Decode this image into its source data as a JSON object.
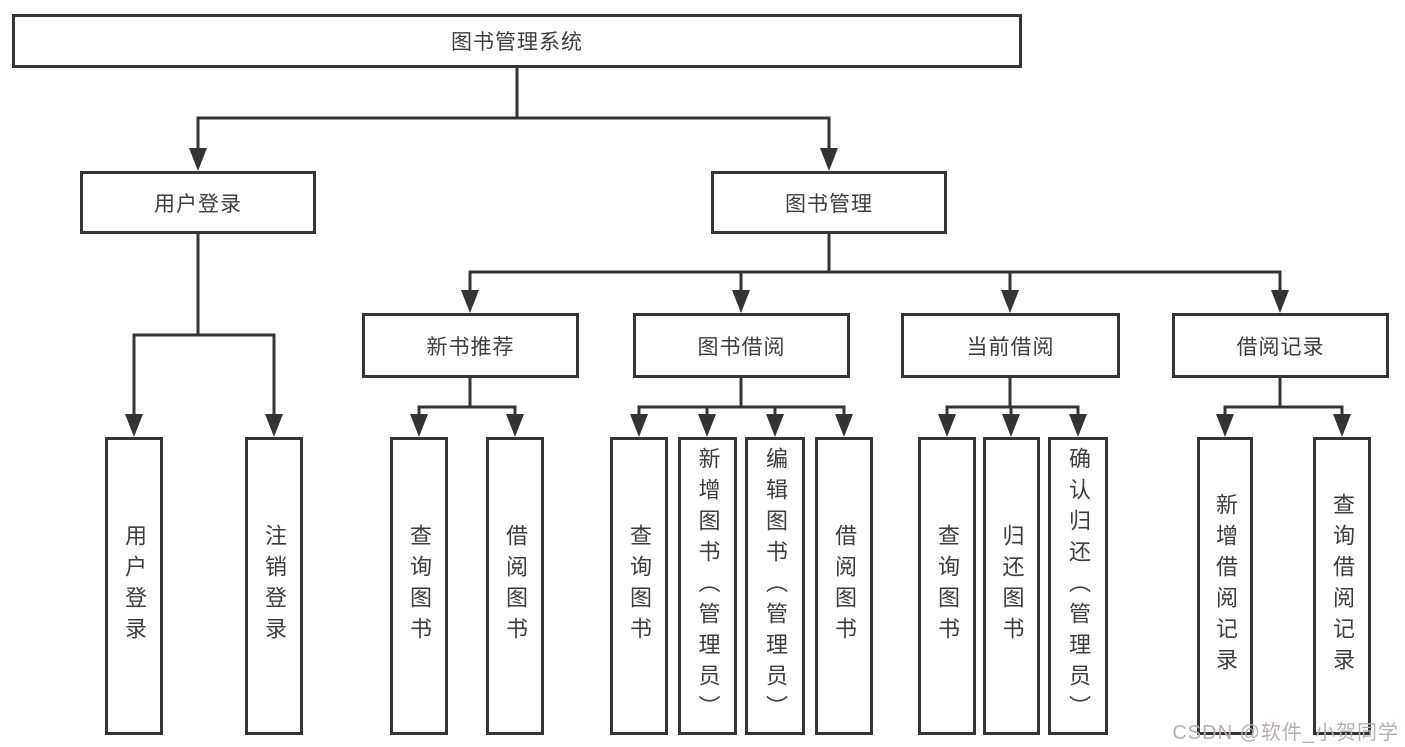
{
  "diagram_type": "hierarchy-chart",
  "tree": {
    "root": {
      "label": "图书管理系统"
    },
    "branches": [
      {
        "label": "用户登录",
        "children": [
          {
            "label": "用户登录"
          },
          {
            "label": "注销登录"
          }
        ]
      },
      {
        "label": "图书管理",
        "groups": [
          {
            "label": "新书推荐",
            "children": [
              {
                "label": "查询图书"
              },
              {
                "label": "借阅图书"
              }
            ]
          },
          {
            "label": "图书借阅",
            "children": [
              {
                "label": "查询图书"
              },
              {
                "label": "新增图书（管理员）"
              },
              {
                "label": "编辑图书（管理员）"
              },
              {
                "label": "借阅图书"
              }
            ]
          },
          {
            "label": "当前借阅",
            "children": [
              {
                "label": "查询图书"
              },
              {
                "label": "归还图书"
              },
              {
                "label": "确认归还（管理员）"
              }
            ]
          },
          {
            "label": "借阅记录",
            "children": [
              {
                "label": "新增借阅记录"
              },
              {
                "label": "查询借阅记录"
              }
            ]
          }
        ]
      }
    ]
  },
  "watermark": {
    "text": "CSDN @软件_小贺同学"
  },
  "colors": {
    "line": "#343434",
    "text": "#3d3d3d",
    "watermark": "#b7aeb1",
    "background": "#ffffff"
  }
}
